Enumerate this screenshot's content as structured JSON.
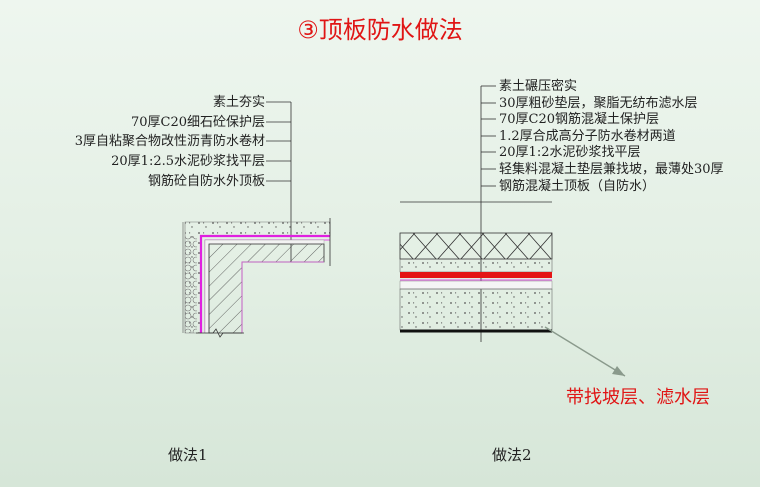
{
  "title": "③顶板防水做法",
  "method1": {
    "layers": [
      "素土夯实",
      "70厚C20细石砼保护层",
      "3厚自粘聚合物改性沥青防水卷材",
      "20厚1:2.5水泥砂浆找平层",
      "钢筋砼自防水外顶板"
    ],
    "caption": "做法1"
  },
  "method2": {
    "layers": [
      "素土碾压密实",
      "30厚粗砂垫层，聚脂无纺布滤水层",
      "70厚C20钢筋混凝土保护层",
      "1.2厚合成高分子防水卷材两道",
      "20厚1:2水泥砂浆找平层",
      "轻集料混凝土垫层兼找坡，最薄处30厚",
      "钢筋混凝土顶板（自防水）"
    ],
    "caption": "做法2",
    "note": "带找坡层、滤水层"
  },
  "colors": {
    "accent": "#e01515",
    "membrane": "#e020e0",
    "gray_arrow": "#8a9a8c"
  }
}
